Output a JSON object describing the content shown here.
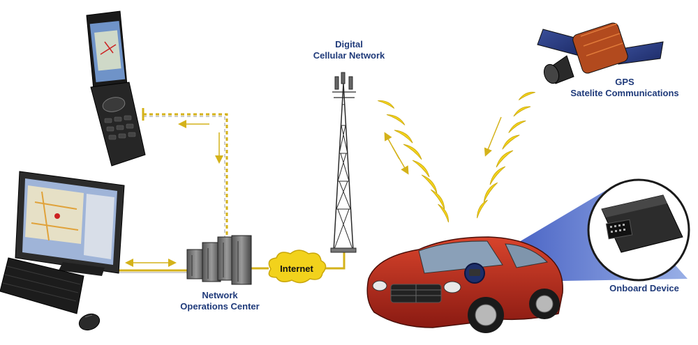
{
  "labels": {
    "cellular_line1": "Digital",
    "cellular_line2": "Cellular Network",
    "gps_line1": "GPS",
    "gps_line2": "Satelite Communications",
    "noc_line1": "Network",
    "noc_line2": "Operations Center",
    "internet": "Internet",
    "onboard": "Onboard Device"
  },
  "colors": {
    "label_text": "#1f3a7a",
    "link_yellow": "#d4b21a",
    "signal_yellow": "#f2d21c",
    "car_red": "#b8281c",
    "beam_blue": "#2f4fc0"
  },
  "icons": [
    "flip-phone-icon",
    "desktop-computer-icon",
    "keyboard-icon",
    "mouse-icon",
    "server-rack-icon",
    "cell-tower-icon",
    "satellite-icon",
    "car-icon",
    "gps-tracker-device-icon"
  ]
}
